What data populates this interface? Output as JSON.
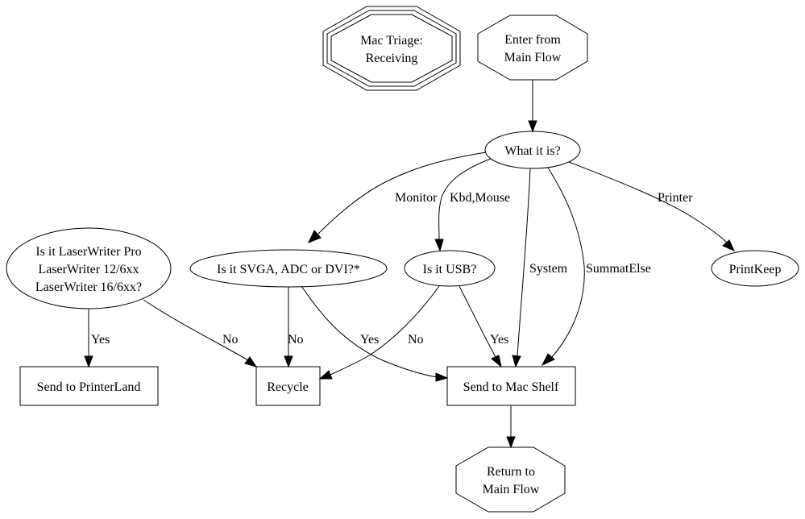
{
  "title": "Mac Triage: Receiving",
  "nodes": {
    "title_node": {
      "lines": [
        "Mac Triage:",
        "Receiving"
      ],
      "shape": "tripleoctagon"
    },
    "enter": {
      "lines": [
        "Enter from",
        "Main Flow"
      ],
      "shape": "octagon"
    },
    "what": {
      "lines": [
        "What it is?"
      ],
      "shape": "ellipse"
    },
    "laserwriter": {
      "lines": [
        "Is it LaserWriter Pro",
        "LaserWriter 12/6xx",
        "LaserWriter 16/6xx?"
      ],
      "shape": "ellipse"
    },
    "svga": {
      "lines": [
        "Is it SVGA, ADC or DVI?*"
      ],
      "shape": "ellipse"
    },
    "usb": {
      "lines": [
        "Is it USB?"
      ],
      "shape": "ellipse"
    },
    "printkeep": {
      "lines": [
        "PrintKeep"
      ],
      "shape": "ellipse"
    },
    "printerland": {
      "lines": [
        "Send to PrinterLand"
      ],
      "shape": "box"
    },
    "recycle": {
      "lines": [
        "Recycle"
      ],
      "shape": "box"
    },
    "macshelf": {
      "lines": [
        "Send to Mac Shelf"
      ],
      "shape": "box"
    },
    "return": {
      "lines": [
        "Return to",
        "Main Flow"
      ],
      "shape": "octagon"
    }
  },
  "edges": [
    {
      "from": "enter",
      "to": "what",
      "label": ""
    },
    {
      "from": "what",
      "to": "svga",
      "label": "Monitor"
    },
    {
      "from": "what",
      "to": "usb",
      "label": "Kbd,Mouse"
    },
    {
      "from": "what",
      "to": "macshelf",
      "label": "System"
    },
    {
      "from": "what",
      "to": "macshelf",
      "label": "SummatElse"
    },
    {
      "from": "what",
      "to": "printkeep",
      "label": "Printer"
    },
    {
      "from": "laserwriter",
      "to": "printerland",
      "label": "Yes"
    },
    {
      "from": "laserwriter",
      "to": "recycle",
      "label": "No"
    },
    {
      "from": "svga",
      "to": "recycle",
      "label": "No"
    },
    {
      "from": "svga",
      "to": "macshelf",
      "label": "Yes"
    },
    {
      "from": "usb",
      "to": "recycle",
      "label": "No"
    },
    {
      "from": "usb",
      "to": "macshelf",
      "label": "Yes"
    },
    {
      "from": "macshelf",
      "to": "return",
      "label": ""
    }
  ]
}
